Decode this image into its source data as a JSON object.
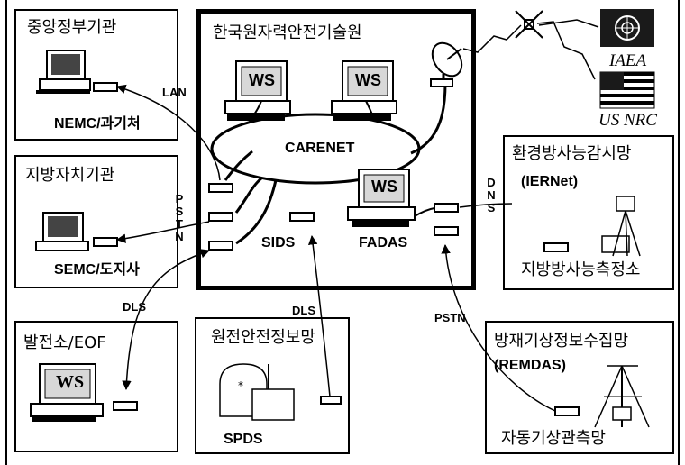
{
  "boxes": {
    "central_gov": {
      "title": "중앙정부기관",
      "label": "NEMC/과기처"
    },
    "local_gov": {
      "title": "지방자치기관",
      "label": "SEMC/도지사"
    },
    "plant": {
      "title": "발전소/EOF",
      "ws": "WS"
    },
    "kins": {
      "title": "한국원자력안전기술원",
      "network": "CARENET",
      "ws": "WS",
      "sids": "SIDS",
      "fadas": "FADAS"
    },
    "nuclear_info": {
      "title": "원전안전정보망",
      "label": "SPDS"
    },
    "radiation": {
      "title": "환경방사능감시망",
      "subtitle": "(IERNet)",
      "label": "지방방사능측정소"
    },
    "weather": {
      "title": "방재기상정보수집망",
      "subtitle": "(REMDAS)",
      "label": "자동기상관측망"
    }
  },
  "external": {
    "iaea": "IAEA",
    "us_nrc": "US NRC"
  },
  "link_labels": {
    "lan": "LAN",
    "pstn_vertical": "PSTN",
    "dls_left": "DLS",
    "dls_center": "DLS",
    "dns": "DNS",
    "pstn_right": "PSTN"
  }
}
